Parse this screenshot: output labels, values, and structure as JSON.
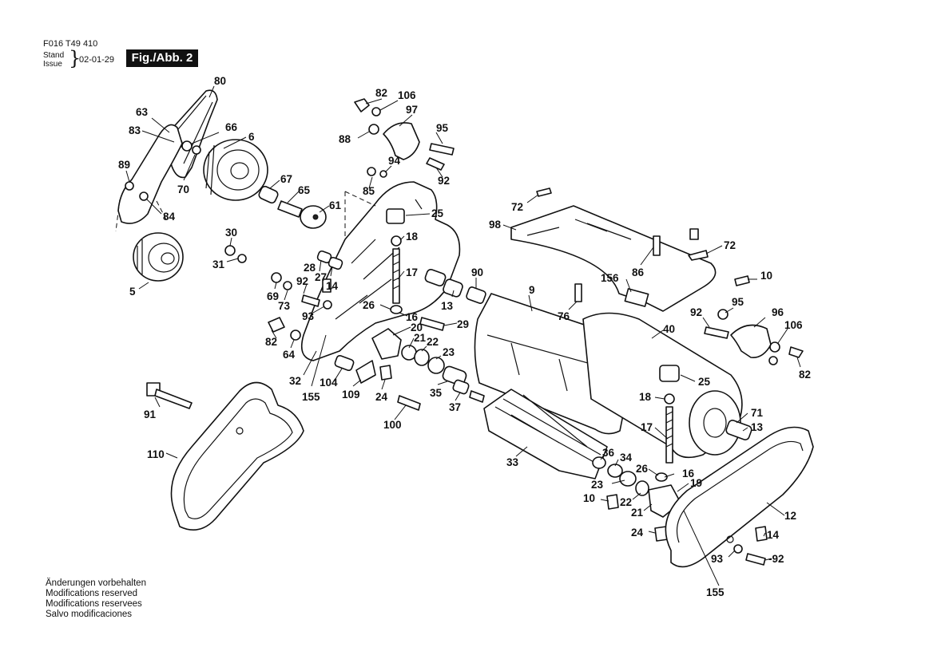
{
  "header": {
    "code": "F016 T49 410",
    "stand_label": "Stand",
    "issue_label": "Issue",
    "brace": "}",
    "date": "02-01-29",
    "figure": "Fig./Abb. 2"
  },
  "notes": [
    "Änderungen vorbehalten",
    "Modifications reserved",
    "Modifications reservees",
    "Salvo modificaciones"
  ],
  "callouts": [
    {
      "id": "c80",
      "text": "80"
    },
    {
      "id": "c63",
      "text": "63"
    },
    {
      "id": "c83a",
      "text": "83"
    },
    {
      "id": "c66",
      "text": "66"
    },
    {
      "id": "c6",
      "text": "6"
    },
    {
      "id": "c89",
      "text": "89"
    },
    {
      "id": "c70",
      "text": "70"
    },
    {
      "id": "c84",
      "text": "84"
    },
    {
      "id": "c67",
      "text": "67"
    },
    {
      "id": "c65",
      "text": "65"
    },
    {
      "id": "c61",
      "text": "61"
    },
    {
      "id": "c30",
      "text": "30"
    },
    {
      "id": "c31",
      "text": "31"
    },
    {
      "id": "c5",
      "text": "5"
    },
    {
      "id": "c82a",
      "text": "82"
    },
    {
      "id": "c106a",
      "text": "106"
    },
    {
      "id": "c97",
      "text": "97"
    },
    {
      "id": "c88",
      "text": "88"
    },
    {
      "id": "c95a",
      "text": "95"
    },
    {
      "id": "c94",
      "text": "94"
    },
    {
      "id": "c85",
      "text": "85"
    },
    {
      "id": "c92a",
      "text": "92"
    },
    {
      "id": "c25a",
      "text": "25"
    },
    {
      "id": "c18a",
      "text": "18"
    },
    {
      "id": "c72a",
      "text": "72"
    },
    {
      "id": "c98",
      "text": "98"
    },
    {
      "id": "c72b",
      "text": "72"
    },
    {
      "id": "c86",
      "text": "86"
    },
    {
      "id": "c10a",
      "text": "10"
    },
    {
      "id": "c156",
      "text": "156"
    },
    {
      "id": "c28",
      "text": "28"
    },
    {
      "id": "c27",
      "text": "27"
    },
    {
      "id": "c14a",
      "text": "14"
    },
    {
      "id": "c92b",
      "text": "92"
    },
    {
      "id": "c69",
      "text": "69"
    },
    {
      "id": "c73",
      "text": "73"
    },
    {
      "id": "c93a",
      "text": "93"
    },
    {
      "id": "c17a",
      "text": "17"
    },
    {
      "id": "c90",
      "text": "90"
    },
    {
      "id": "c9",
      "text": "9"
    },
    {
      "id": "c13a",
      "text": "13"
    },
    {
      "id": "c76",
      "text": "76"
    },
    {
      "id": "c26a",
      "text": "26"
    },
    {
      "id": "c16a",
      "text": "16"
    },
    {
      "id": "c29",
      "text": "29"
    },
    {
      "id": "c20",
      "text": "20"
    },
    {
      "id": "c21a",
      "text": "21"
    },
    {
      "id": "c22a",
      "text": "22"
    },
    {
      "id": "c23a",
      "text": "23"
    },
    {
      "id": "c82b",
      "text": "82"
    },
    {
      "id": "c64",
      "text": "64"
    },
    {
      "id": "c32",
      "text": "32"
    },
    {
      "id": "c155a",
      "text": "155"
    },
    {
      "id": "c104",
      "text": "104"
    },
    {
      "id": "c109",
      "text": "109"
    },
    {
      "id": "c24a",
      "text": "24"
    },
    {
      "id": "c35",
      "text": "35"
    },
    {
      "id": "c37",
      "text": "37"
    },
    {
      "id": "c40",
      "text": "40"
    },
    {
      "id": "c92c",
      "text": "92"
    },
    {
      "id": "c95b",
      "text": "95"
    },
    {
      "id": "c96",
      "text": "96"
    },
    {
      "id": "c106b",
      "text": "106"
    },
    {
      "id": "c82c",
      "text": "82"
    },
    {
      "id": "c25b",
      "text": "25"
    },
    {
      "id": "c18b",
      "text": "18"
    },
    {
      "id": "c71",
      "text": "71"
    },
    {
      "id": "c13b",
      "text": "13"
    },
    {
      "id": "c17b",
      "text": "17"
    },
    {
      "id": "c91",
      "text": "91"
    },
    {
      "id": "c100",
      "text": "100"
    },
    {
      "id": "c110",
      "text": "110"
    },
    {
      "id": "c33",
      "text": "33"
    },
    {
      "id": "c36",
      "text": "36"
    },
    {
      "id": "c34",
      "text": "34"
    },
    {
      "id": "c26b",
      "text": "26"
    },
    {
      "id": "c16b",
      "text": "16"
    },
    {
      "id": "c19",
      "text": "19"
    },
    {
      "id": "c23b",
      "text": "23"
    },
    {
      "id": "c10b",
      "text": "10"
    },
    {
      "id": "c22b",
      "text": "22"
    },
    {
      "id": "c21b",
      "text": "21"
    },
    {
      "id": "c12",
      "text": "12"
    },
    {
      "id": "c24b",
      "text": "24"
    },
    {
      "id": "c14b",
      "text": "14"
    },
    {
      "id": "c93b",
      "text": "93"
    },
    {
      "id": "c92d",
      "text": "-92"
    },
    {
      "id": "c155b",
      "text": "155"
    }
  ]
}
